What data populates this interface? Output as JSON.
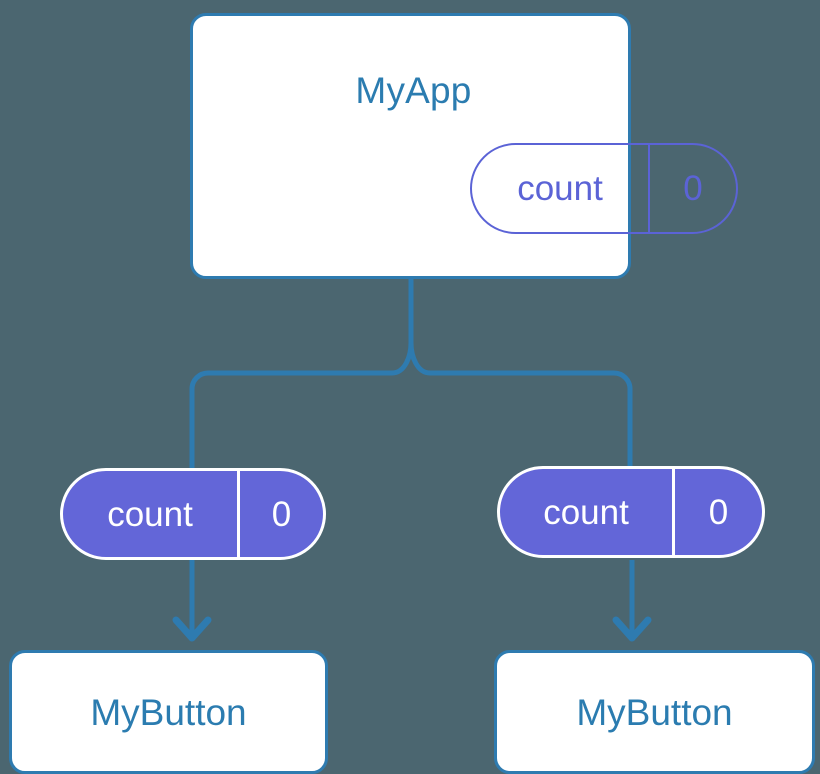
{
  "diagram": {
    "title_text": "MyApp",
    "background_color": "#4b6670",
    "connector_color": "#2e7bb0",
    "accent_blue": "#2b7cb0",
    "accent_purple": "#5b63d6",
    "pill_fill": "#6366d8",
    "root": {
      "name": "MyApp",
      "state": {
        "key": "count",
        "value": "0"
      }
    },
    "children": [
      {
        "name": "MyButton",
        "prop": {
          "key": "count",
          "value": "0"
        }
      },
      {
        "name": "MyButton",
        "prop": {
          "key": "count",
          "value": "0"
        }
      }
    ]
  }
}
